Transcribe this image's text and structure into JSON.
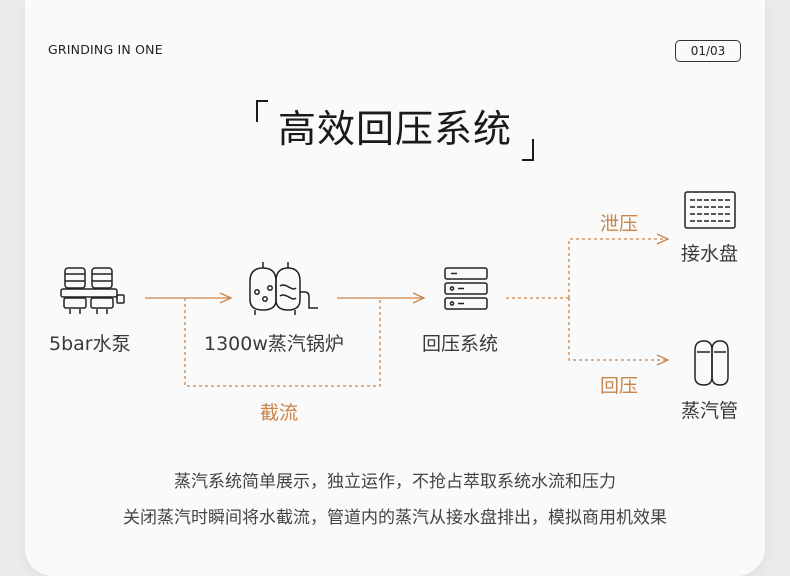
{
  "header": {
    "brand": "GRINDING IN ONE",
    "page": "01/03"
  },
  "title": "高效回压系统",
  "nodes": {
    "pump": "5bar水泵",
    "boiler": "1300w蒸汽锅炉",
    "system": "回压系统",
    "tray": "接水盘",
    "pipe": "蒸汽管"
  },
  "flows": {
    "intercept": "截流",
    "relief": "泄压",
    "backpressure": "回压"
  },
  "description": {
    "line1": "蒸汽系统简单展示，独立运作，不抢占萃取系统水流和压力",
    "line2": "关闭蒸汽时瞬间将水截流，管道内的蒸汽从接水盘排出，模拟商用机效果"
  },
  "colors": {
    "accent": "#c9854a",
    "text": "#3a3a3a",
    "icon": "#222222"
  },
  "icons": [
    "pump-icon",
    "boiler-icon",
    "server-stack-icon",
    "drip-tray-icon",
    "steam-pipe-icon"
  ]
}
